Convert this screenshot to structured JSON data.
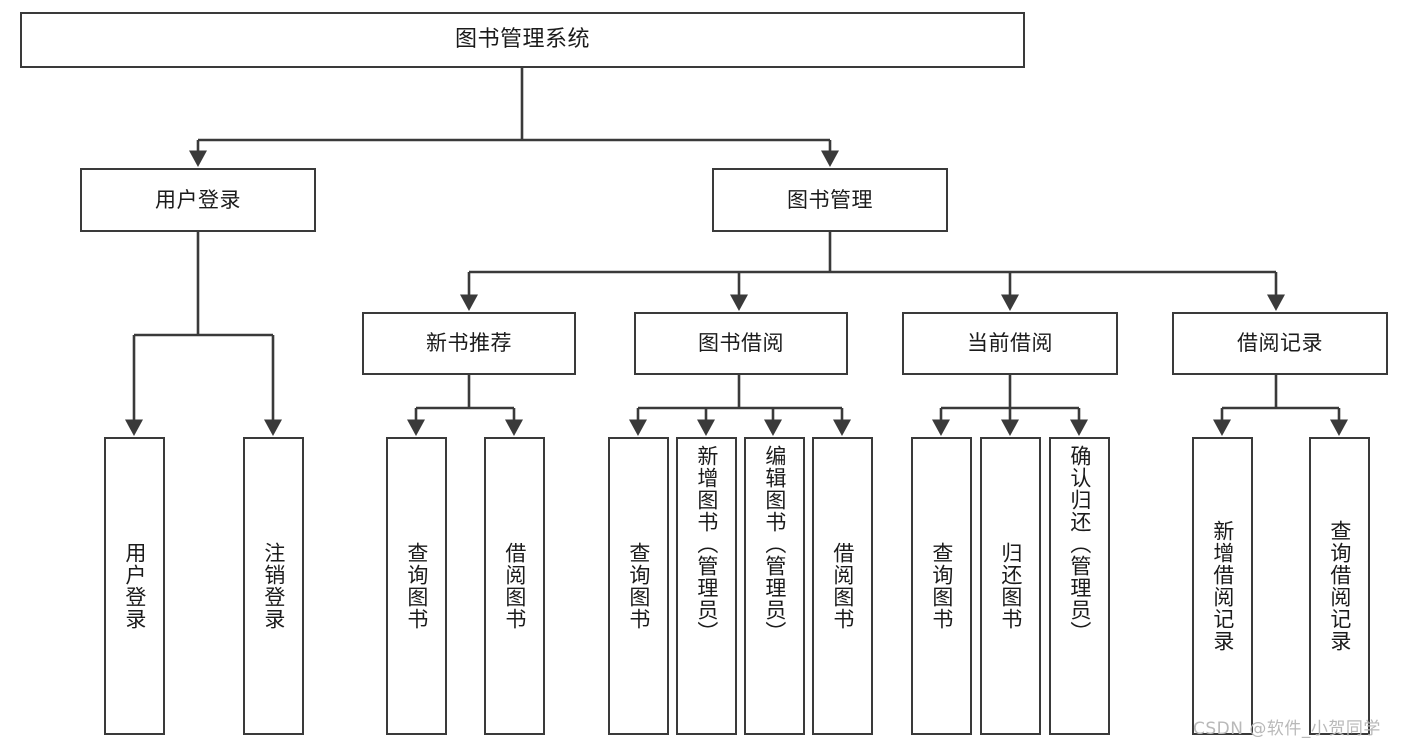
{
  "diagram": {
    "title": "图书管理系统",
    "type": "tree",
    "watermark": "CSDN @软件_小贺同学",
    "colors": {
      "box_border": "#3a3a3a",
      "box_fill": "#ffffff",
      "edge": "#3a3a3a",
      "text": "#1b1b1b",
      "watermark": "#b9b9b9"
    },
    "levels": {
      "root": "图书管理系统",
      "level1": [
        "用户登录",
        "图书管理"
      ],
      "level2": [
        "新书推荐",
        "图书借阅",
        "当前借阅",
        "借阅记录"
      ]
    },
    "nodes": {
      "root": {
        "label": "图书管理系统"
      },
      "user_login": {
        "label": "用户登录"
      },
      "book_manage": {
        "label": "图书管理"
      },
      "new_book_rec": {
        "label": "新书推荐"
      },
      "book_borrow": {
        "label": "图书借阅"
      },
      "current_borrow": {
        "label": "当前借阅"
      },
      "borrow_record": {
        "label": "借阅记录"
      },
      "leaf_user_login": {
        "label": "用户登录"
      },
      "leaf_logout": {
        "label": "注销登录"
      },
      "leaf_query_book_1": {
        "label": "查询图书"
      },
      "leaf_borrow_book_1": {
        "label": "借阅图书"
      },
      "leaf_query_book_2": {
        "label": "查询图书"
      },
      "leaf_add_book": {
        "label": "新增图书（管理员）"
      },
      "leaf_edit_book": {
        "label": "编辑图书（管理员）"
      },
      "leaf_borrow_book_2": {
        "label": "借阅图书"
      },
      "leaf_query_book_3": {
        "label": "查询图书"
      },
      "leaf_return_book": {
        "label": "归还图书"
      },
      "leaf_confirm_return": {
        "label": "确认归还（管理员）"
      },
      "leaf_add_record": {
        "label": "新增借阅记录"
      },
      "leaf_query_record": {
        "label": "查询借阅记录"
      }
    }
  }
}
